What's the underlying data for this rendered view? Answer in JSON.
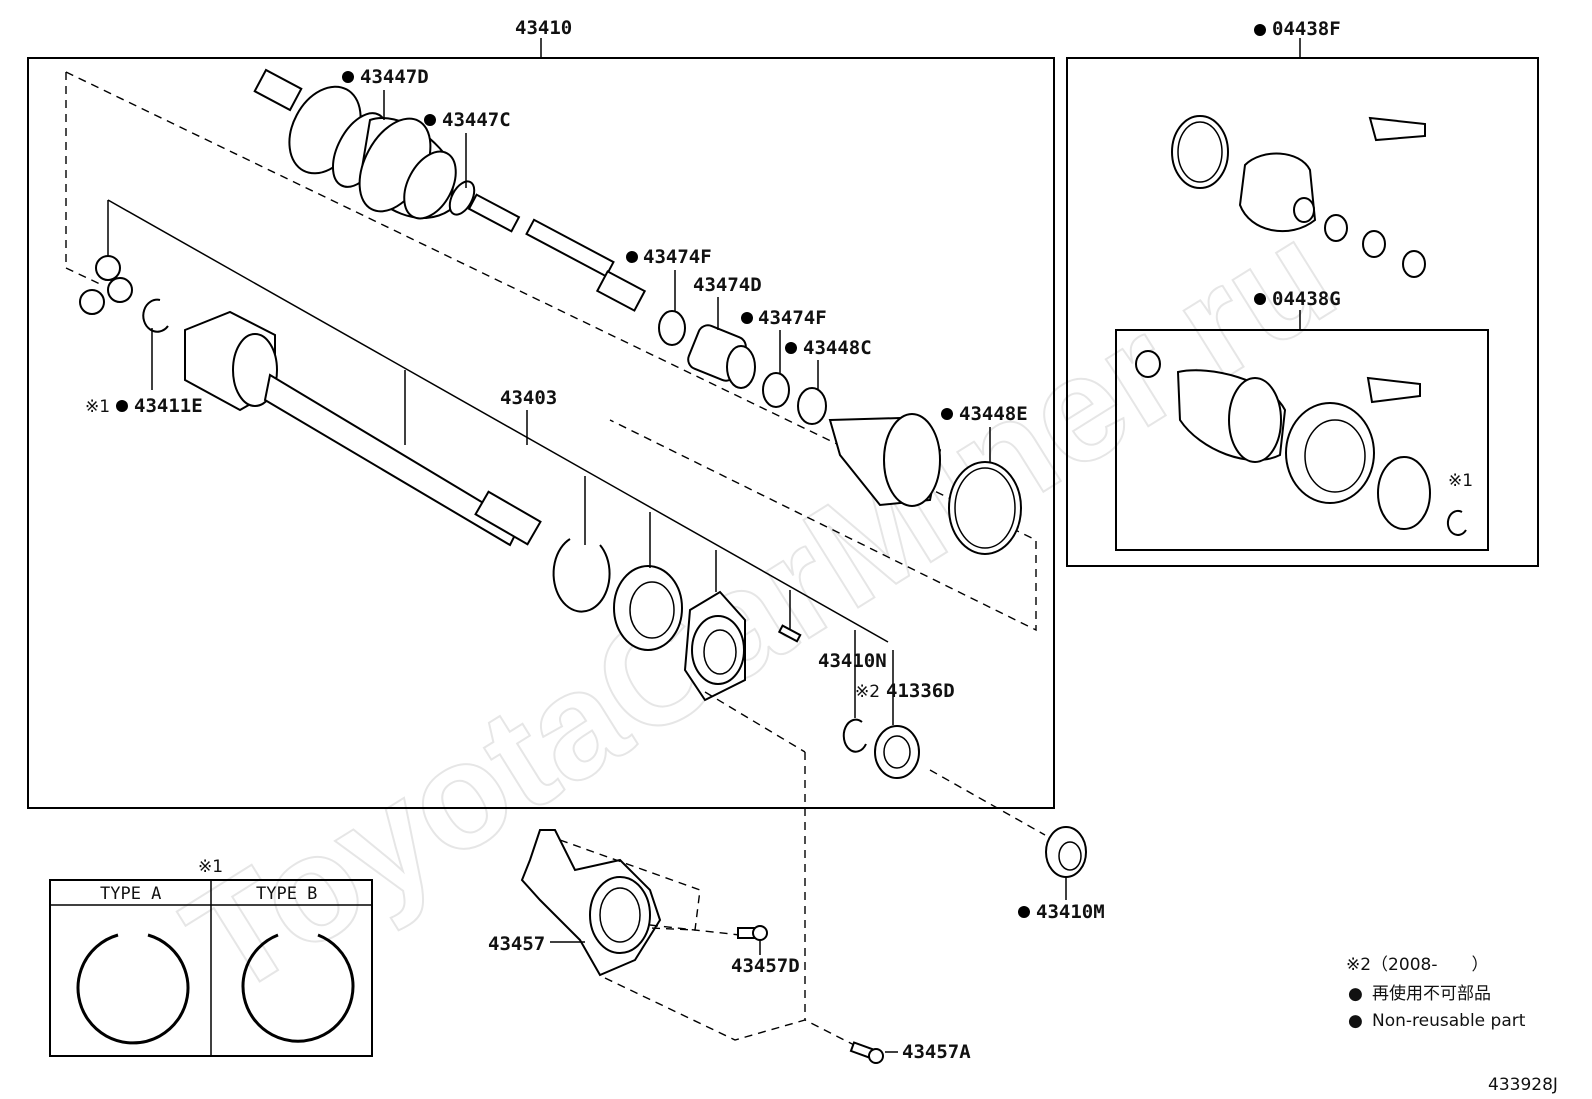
{
  "watermark": "ToyotaCarMiner.ru",
  "diagram_code": "433928J",
  "parts": {
    "assembly": "43410",
    "boot_kit_outer": "04438F",
    "boot_kit_inner": "04438G",
    "boot_outer_a": "43447D",
    "boot_outer_b": "43447C",
    "clamp_a": "43474F",
    "damper": "43474D",
    "clamp_b": "43474F",
    "clamp_c": "43448C",
    "clamp_d": "43448E",
    "inboard_shaft": "43403",
    "snap_ring": "43411E",
    "snap_ring_note": "※1",
    "bearing_ring": "43410N",
    "seal": "41336D",
    "seal_note": "※2",
    "dust_seal": "43410M",
    "bracket": "43457",
    "bolt_d": "43457D",
    "bolt_a": "43457A"
  },
  "inset": {
    "note": "※1",
    "type_a": "TYPE A",
    "type_b": "TYPE B",
    "kit_note": "※1"
  },
  "legend": {
    "note2": "※2（2008-　　）",
    "dot": "●",
    "jp": "再使用不可部品",
    "en": "Non-reusable part"
  }
}
